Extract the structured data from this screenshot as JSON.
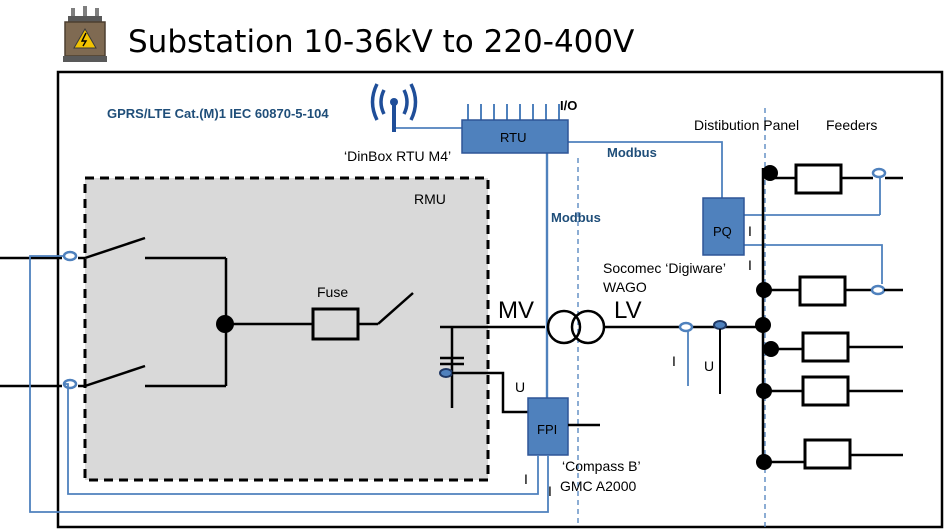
{
  "title": "Substation 10-36kV to 220-400V",
  "icons": {
    "transformer": "transformer-warning-icon",
    "antenna": "wireless-antenna-icon"
  },
  "labels": {
    "gprs": "GPRS/LTE Cat.(M)1 IEC 60870-5-104",
    "dinbox": "‘DinBox RTU M4’",
    "rtu": "RTU",
    "io": "I/O",
    "modbus_top": "Modbus",
    "modbus_vert": "Modbus",
    "distribution_panel": "Distibution Panel",
    "feeders": "Feeders",
    "rmu": "RMU",
    "fuse": "Fuse",
    "pq": "PQ",
    "pq_i1": "I",
    "pq_i2": "I",
    "socomec": "Socomec ‘Digiware’",
    "wago": "WAGO",
    "mv": "MV",
    "lv": "LV",
    "lv_i": "I",
    "lv_u": "U",
    "fpi": "FPI",
    "fpi_u": "U",
    "compass": "‘Compass B’",
    "gmc": "GMC A2000",
    "i_bottom1": "I",
    "i_bottom2": "I"
  },
  "colors": {
    "device_fill": "#4f81bd",
    "link": "#4f81bd",
    "rmu_fill": "#d9d9d9",
    "modbus_text": "#1f4e79"
  }
}
